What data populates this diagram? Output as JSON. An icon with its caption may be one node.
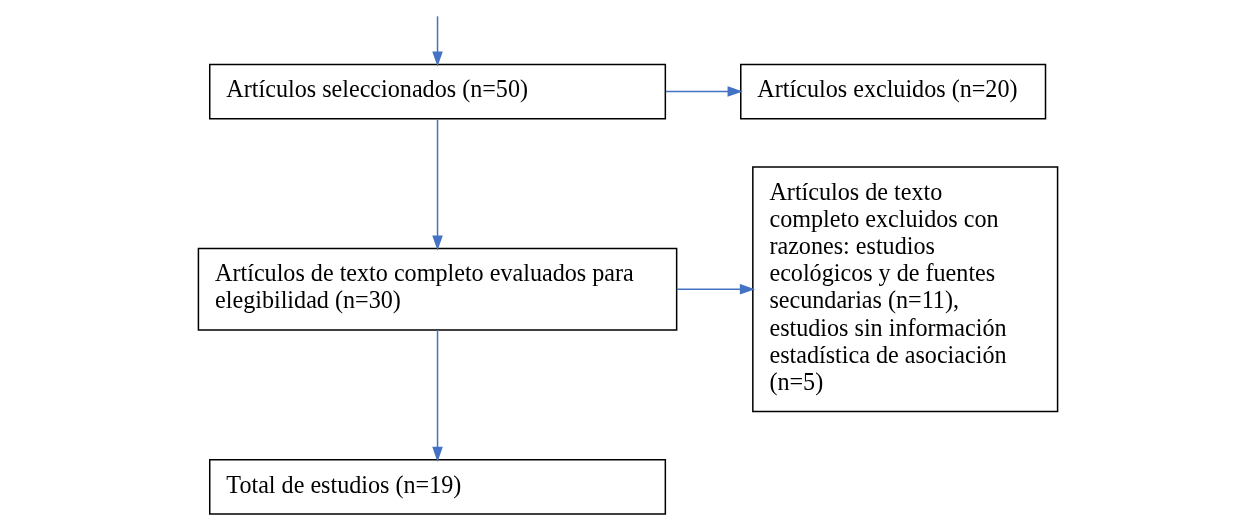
{
  "diagram": {
    "nodes": [
      {
        "text": [
          "Artículos seleccionados (n=50)"
        ]
      },
      {
        "text": [
          "Artículos excluidos (n=20)"
        ]
      },
      {
        "text": [
          "Artículos de texto completo evaluados para elegibilidad (n=30)"
        ]
      },
      {
        "text": [
          "Artículos de texto completo excluidos con razones: estudios ecológicos y de fuentes secundarias (n=11), estudios sin información estadística de asociación (n=5)"
        ]
      },
      {
        "text": [
          "Total de estudios (n=19)"
        ]
      }
    ],
    "edges": [
      {
        "from": null,
        "to": 0,
        "arrow": "to"
      },
      {
        "from": 0,
        "to": 1,
        "arrow": "to"
      },
      {
        "from": 0,
        "to": 2,
        "arrow": "to"
      },
      {
        "from": 2,
        "to": 3,
        "arrow": "to"
      },
      {
        "from": 2,
        "to": 4,
        "arrow": "to"
      }
    ]
  }
}
